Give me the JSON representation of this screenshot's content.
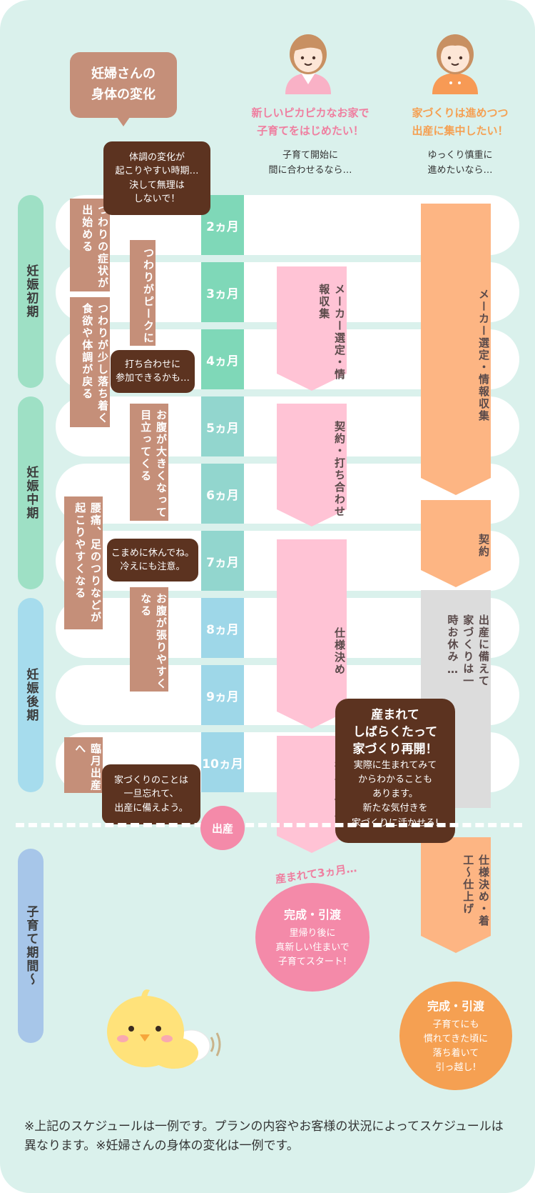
{
  "body_title": "妊婦さんの\n身体の変化",
  "columns": [
    {
      "heading": "新しいピカピカなお家で\n子育てをはじめたい！",
      "sub": "子育て開始に\n間に合わせるなら…",
      "color": "#ef7fa0"
    },
    {
      "heading": "家づくりは進めつつ\n出産に集中したい！",
      "sub": "ゆっくり慎重に\n進めたいなら…",
      "color": "#f5a052"
    }
  ],
  "months": [
    "2ヵ月",
    "3ヵ月",
    "4ヵ月",
    "5ヵ月",
    "6ヵ月",
    "7ヵ月",
    "8ヵ月",
    "9ヵ月",
    "10ヵ月"
  ],
  "phases": [
    "妊娠初期",
    "妊娠中期",
    "妊娠後期",
    "子育て期間〜"
  ],
  "body_changes": [
    "つわりの症状が出始める",
    "つわりがピークに",
    "つわりが少し落ち着く食欲や体調が戻る",
    "お腹が大きくなって目立ってくる",
    "腰痛、足のつりなどが起こりやすくなる",
    "お腹が張りやすくなる",
    "臨月出産へ"
  ],
  "notes": [
    "体調の変化が\n起こりやすい時期…\n決して無理は\nしないで！",
    "打ち合わせに\n参加できるかも…",
    "こまめに休んでね。\n冷えにも注意。",
    "家づくりのことは\n一旦忘れて、\n出産に備えよう。"
  ],
  "birth_label": "出産",
  "plan_a_steps": [
    "メーカー選定・情報収集",
    "契約・打ち合わせ",
    "仕様決め",
    "着工〜仕上げ"
  ],
  "plan_b_steps": [
    "メーカー選定・情報収集",
    "契約",
    "出産に備えて家づくりは一時お休み…",
    "仕様決め・着工〜仕上げ"
  ],
  "resume_title": "産まれて\nしばらくたって\n家づくり再開！",
  "resume_body": "実際に生まれてみて\nからわかることも\nあります。\n新たな気付きを\n家づくりに活かせる!",
  "born_label": "産まれて3ヵ月…",
  "finish_a_title": "完成・引渡",
  "finish_a_body": "里帰り後に\n真新しい住まいで\n子育てスタート!",
  "finish_b_title": "完成・引渡",
  "finish_b_body": "子育てにも\n慣れてきた頃に\n落ち着いて\n引っ越し!",
  "footnote": "※上記のスケジュールは一例です。プランの内容やお客様の状況によってスケジュールは異なります。※妊婦さんの身体の変化は一例です。",
  "colors": {
    "mint_bg": "#daf1ec",
    "pink": "#ffc3d5",
    "orange": "#fdb583",
    "brown": "#c58f79",
    "dark_brown": "#5c3320",
    "month_green": "#7fd8b8",
    "month_blue": "#9ed7e8"
  }
}
